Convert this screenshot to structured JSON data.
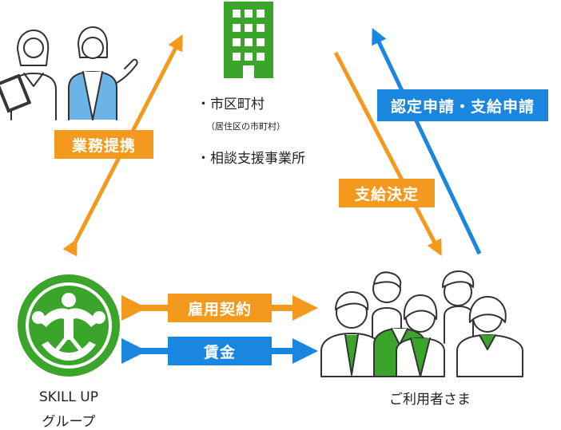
{
  "labels": {
    "business_partnership": "業務提携",
    "application": "認定申請・支給申請",
    "payment_decision": "支給決定",
    "employment_contract": "雇用契約",
    "wages": "賃金"
  },
  "municipality": {
    "line1": "・市区町村",
    "note": "（居住区の市町村）",
    "line2": "・相談支援事業所"
  },
  "skillup": {
    "line1": "SKILL UP",
    "line2": "グループ"
  },
  "users_caption": "ご利用者さま",
  "colors": {
    "orange": "#f39a1e",
    "blue": "#1a86e0",
    "green": "#3aa52a"
  },
  "icons": [
    "office-building-icon",
    "staff-people-icon",
    "skillup-logo",
    "users-group-icon"
  ]
}
